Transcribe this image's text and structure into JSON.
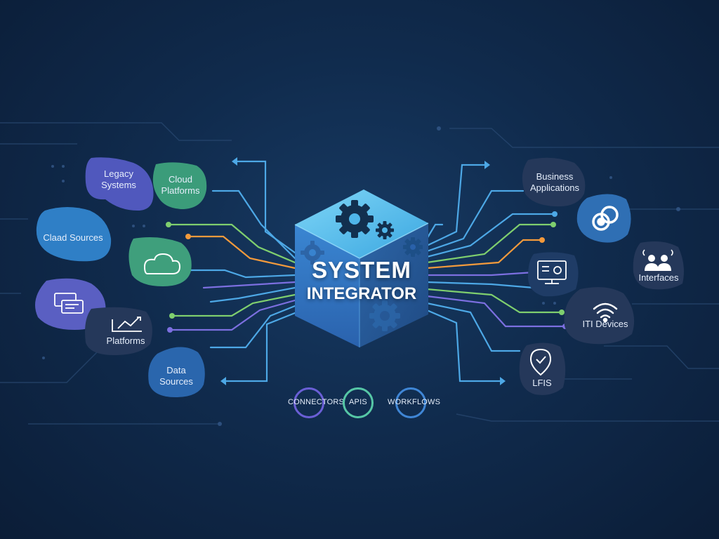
{
  "center": {
    "title_line1": "SYSTEM",
    "title_line2": "INTEGRATOR"
  },
  "left_nodes": {
    "legacy_systems": "Legacy Systems",
    "cloud_platforms": "Cloud Platforms",
    "claad_sources": "Claad Sources",
    "platforms": "Platforms",
    "data_sources": "Data Sources"
  },
  "right_nodes": {
    "business_applications": "Business Applications",
    "interfaces": "Interfaces",
    "iti_devices": "ITI Devices",
    "lfis": "LFIS"
  },
  "bottom_labels": {
    "connectors": "CONNECTORS",
    "apis": "APIS",
    "workflows": "WORKFLOWS"
  },
  "icons": {
    "cloud_node": "cloud-icon",
    "cards_node": "cards-icon",
    "platforms_node": "line-chart-icon",
    "gears_node": "link-rings-icon",
    "monitor_node": "monitor-icon",
    "interfaces_node": "people-icon",
    "devices_node": "wifi-icon",
    "lfis_node": "location-pin-icon"
  },
  "colors": {
    "background": "#0f2747",
    "cube_top": "#5fc3ee",
    "cube_front": "#2f77c4",
    "cube_side": "#285a9a",
    "line_blue": "#4da8e6",
    "line_green": "#7fcf6e",
    "line_purple": "#7c6fe0",
    "line_orange": "#f39a3c",
    "node_blue": "#2f7fc6",
    "node_green": "#3f9f7c",
    "node_purple": "#5a5fc2",
    "node_dark": "#25385a"
  }
}
